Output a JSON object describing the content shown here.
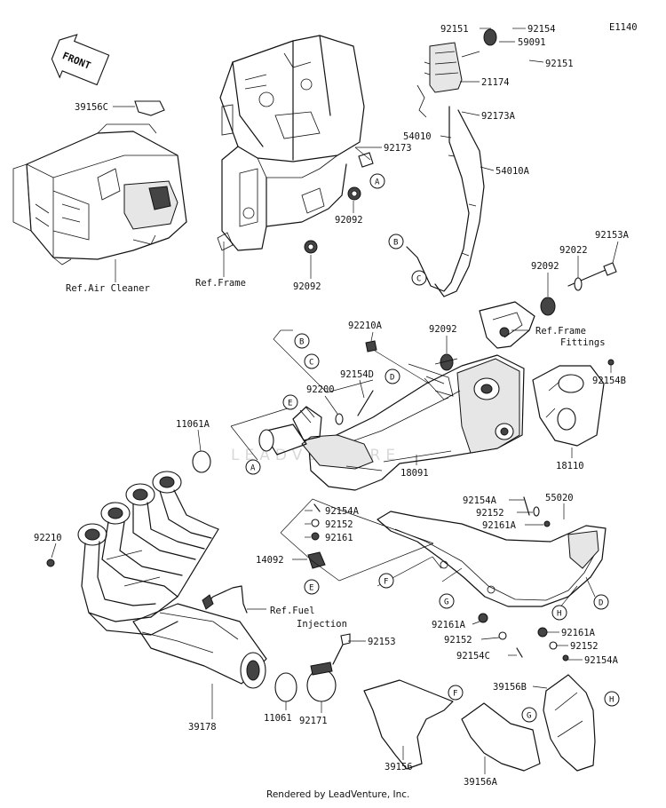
{
  "diagram_code": "E1140",
  "front_label": "FRONT",
  "footer": "Rendered by LeadVenture, Inc.",
  "watermark": "LEADVENTURE",
  "part_numbers": [
    {
      "id": "p92151a",
      "text": "92151"
    },
    {
      "id": "p92154",
      "text": "92154"
    },
    {
      "id": "p59091",
      "text": "59091"
    },
    {
      "id": "p92151b",
      "text": "92151"
    },
    {
      "id": "p21174",
      "text": "21174"
    },
    {
      "id": "p92173a",
      "text": "92173A"
    },
    {
      "id": "p54010",
      "text": "54010"
    },
    {
      "id": "p54010a",
      "text": "54010A"
    },
    {
      "id": "p39156c",
      "text": "39156C"
    },
    {
      "id": "p92173",
      "text": "92173"
    },
    {
      "id": "p92092a",
      "text": "92092"
    },
    {
      "id": "p92092b",
      "text": "92092"
    },
    {
      "id": "p92153a",
      "text": "92153A"
    },
    {
      "id": "p92022",
      "text": "92022"
    },
    {
      "id": "p92092c",
      "text": "92092"
    },
    {
      "id": "p92210a",
      "text": "92210A"
    },
    {
      "id": "p92092d",
      "text": "92092"
    },
    {
      "id": "p92154d",
      "text": "92154D"
    },
    {
      "id": "p92200",
      "text": "92200"
    },
    {
      "id": "p92154b",
      "text": "92154B"
    },
    {
      "id": "p11061a",
      "text": "11061A"
    },
    {
      "id": "p18110",
      "text": "18110"
    },
    {
      "id": "p18091",
      "text": "18091"
    },
    {
      "id": "p92154a1",
      "text": "92154A"
    },
    {
      "id": "p55020",
      "text": "55020"
    },
    {
      "id": "p92152a",
      "text": "92152"
    },
    {
      "id": "p92161a1",
      "text": "92161A"
    },
    {
      "id": "p92154a2",
      "text": "92154A"
    },
    {
      "id": "p92152b",
      "text": "92152"
    },
    {
      "id": "p92161",
      "text": "92161"
    },
    {
      "id": "p92210",
      "text": "92210"
    },
    {
      "id": "p14092",
      "text": "14092"
    },
    {
      "id": "p92161a2",
      "text": "92161A"
    },
    {
      "id": "p92161a3",
      "text": "92161A"
    },
    {
      "id": "p92152c",
      "text": "92152"
    },
    {
      "id": "p92152d",
      "text": "92152"
    },
    {
      "id": "p92154c",
      "text": "92154C"
    },
    {
      "id": "p92154a3",
      "text": "92154A"
    },
    {
      "id": "p92153",
      "text": "92153"
    },
    {
      "id": "p39178",
      "text": "39178"
    },
    {
      "id": "p11061",
      "text": "11061"
    },
    {
      "id": "p92171",
      "text": "92171"
    },
    {
      "id": "p39156b",
      "text": "39156B"
    },
    {
      "id": "p39156",
      "text": "39156"
    },
    {
      "id": "p39156a",
      "text": "39156A"
    }
  ],
  "references": [
    {
      "id": "r_aircleaner",
      "text": "Ref.Air Cleaner"
    },
    {
      "id": "r_frame",
      "text": "Ref.Frame"
    },
    {
      "id": "r_fittings1",
      "text": "Ref.Frame"
    },
    {
      "id": "r_fittings2",
      "text": "Fittings"
    },
    {
      "id": "r_fuel1",
      "text": "Ref.Fuel"
    },
    {
      "id": "r_fuel2",
      "text": "Injection"
    }
  ],
  "callouts": [
    {
      "id": "cA1",
      "text": "A"
    },
    {
      "id": "cB1",
      "text": "B"
    },
    {
      "id": "cC1",
      "text": "C"
    },
    {
      "id": "cB2",
      "text": "B"
    },
    {
      "id": "cC2",
      "text": "C"
    },
    {
      "id": "cD1",
      "text": "D"
    },
    {
      "id": "cE1",
      "text": "E"
    },
    {
      "id": "cA2",
      "text": "A"
    },
    {
      "id": "cE2",
      "text": "E"
    },
    {
      "id": "cF1",
      "text": "F"
    },
    {
      "id": "cG1",
      "text": "G"
    },
    {
      "id": "cH1",
      "text": "H"
    },
    {
      "id": "cD2",
      "text": "D"
    },
    {
      "id": "cF2",
      "text": "F"
    },
    {
      "id": "cG2",
      "text": "G"
    },
    {
      "id": "cH2",
      "text": "H"
    }
  ]
}
